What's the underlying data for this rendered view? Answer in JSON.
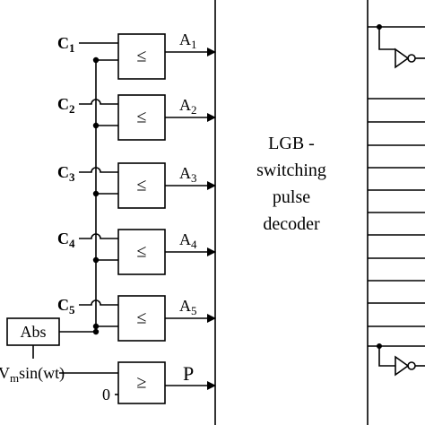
{
  "inputs": [
    {
      "letter": "C",
      "sub": "1"
    },
    {
      "letter": "C",
      "sub": "2"
    },
    {
      "letter": "C",
      "sub": "3"
    },
    {
      "letter": "C",
      "sub": "4"
    },
    {
      "letter": "C",
      "sub": "5"
    }
  ],
  "outputs": [
    {
      "letter": "A",
      "sub": "1"
    },
    {
      "letter": "A",
      "sub": "2"
    },
    {
      "letter": "A",
      "sub": "3"
    },
    {
      "letter": "A",
      "sub": "4"
    },
    {
      "letter": "A",
      "sub": "5"
    }
  ],
  "comparator_symbol": "≤",
  "abs_block": "Abs",
  "source": {
    "pre": "V",
    "sub": "m",
    "post": "sin(wt)"
  },
  "zero_input": "0",
  "ge_symbol": "≥",
  "p_output": "P",
  "decoder": {
    "line1": "LGB -",
    "line2": "switching",
    "line3": "pulse",
    "line4": "decoder"
  }
}
